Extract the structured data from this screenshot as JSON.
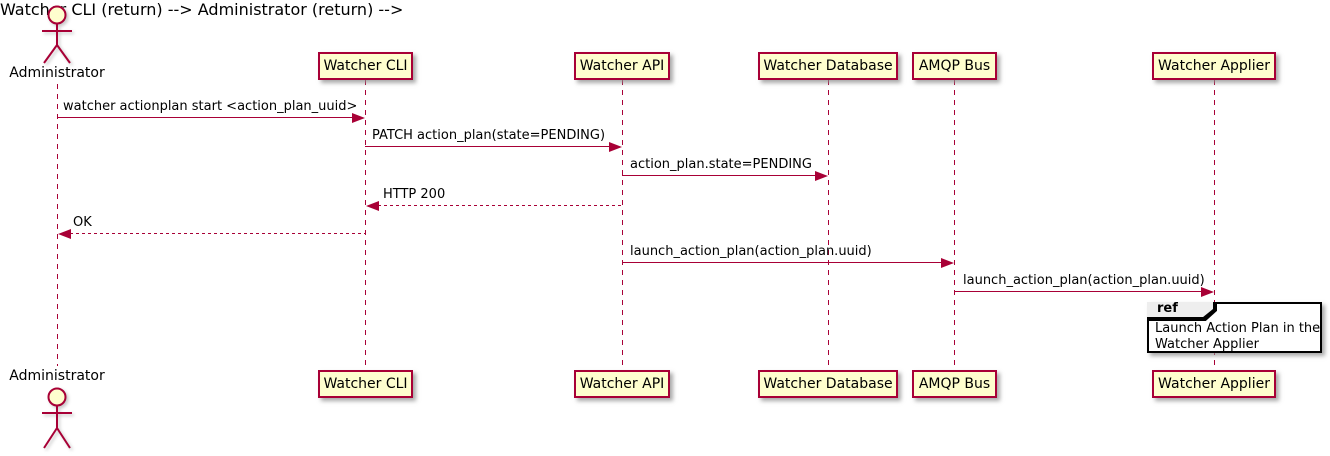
{
  "diagram": {
    "kind": "plantuml-sequence"
  },
  "colors": {
    "participant_fill": "#FEFECE",
    "participant_border": "#A80036",
    "arrow": "#A80036",
    "lifeline": "#A80036",
    "text": "#000000",
    "ref_fill": "#FFFFFF",
    "ref_border": "#000000",
    "ref_tab_fill": "#EEEEEE"
  },
  "actor": {
    "name": "Administrator"
  },
  "participants": [
    {
      "name": "Watcher CLI"
    },
    {
      "name": "Watcher API"
    },
    {
      "name": "Watcher Database"
    },
    {
      "name": "AMQP Bus"
    },
    {
      "name": "Watcher Applier"
    }
  ],
  "messages": [
    {
      "from": "Administrator",
      "to": "Watcher CLI",
      "style": "solid",
      "label": "watcher actionplan start <action_plan_uuid>"
    },
    {
      "from": "Watcher CLI",
      "to": "Watcher API",
      "style": "solid",
      "label": "PATCH action_plan(state=PENDING)"
    },
    {
      "from": "Watcher API",
      "to": "Watcher Database",
      "style": "solid",
      "label": "action_plan.state=PENDING"
    },
    {
      "from": "Watcher API",
      "to": "Watcher CLI",
      "style": "dotted",
      "label": "HTTP 200"
    },
    {
      "from": "Watcher CLI",
      "to": "Administrator",
      "style": "dotted",
      "label": "OK"
    },
    {
      "from": "Watcher API",
      "to": "AMQP Bus",
      "style": "solid",
      "label": "launch_action_plan(action_plan.uuid)"
    },
    {
      "from": "AMQP Bus",
      "to": "Watcher Applier",
      "style": "solid",
      "label": "launch_action_plan(action_plan.uuid)"
    }
  ],
  "ref": {
    "keyword": "ref",
    "over": "Watcher Applier",
    "line1": "Launch Action Plan in the",
    "line2": "Watcher Applier"
  }
}
